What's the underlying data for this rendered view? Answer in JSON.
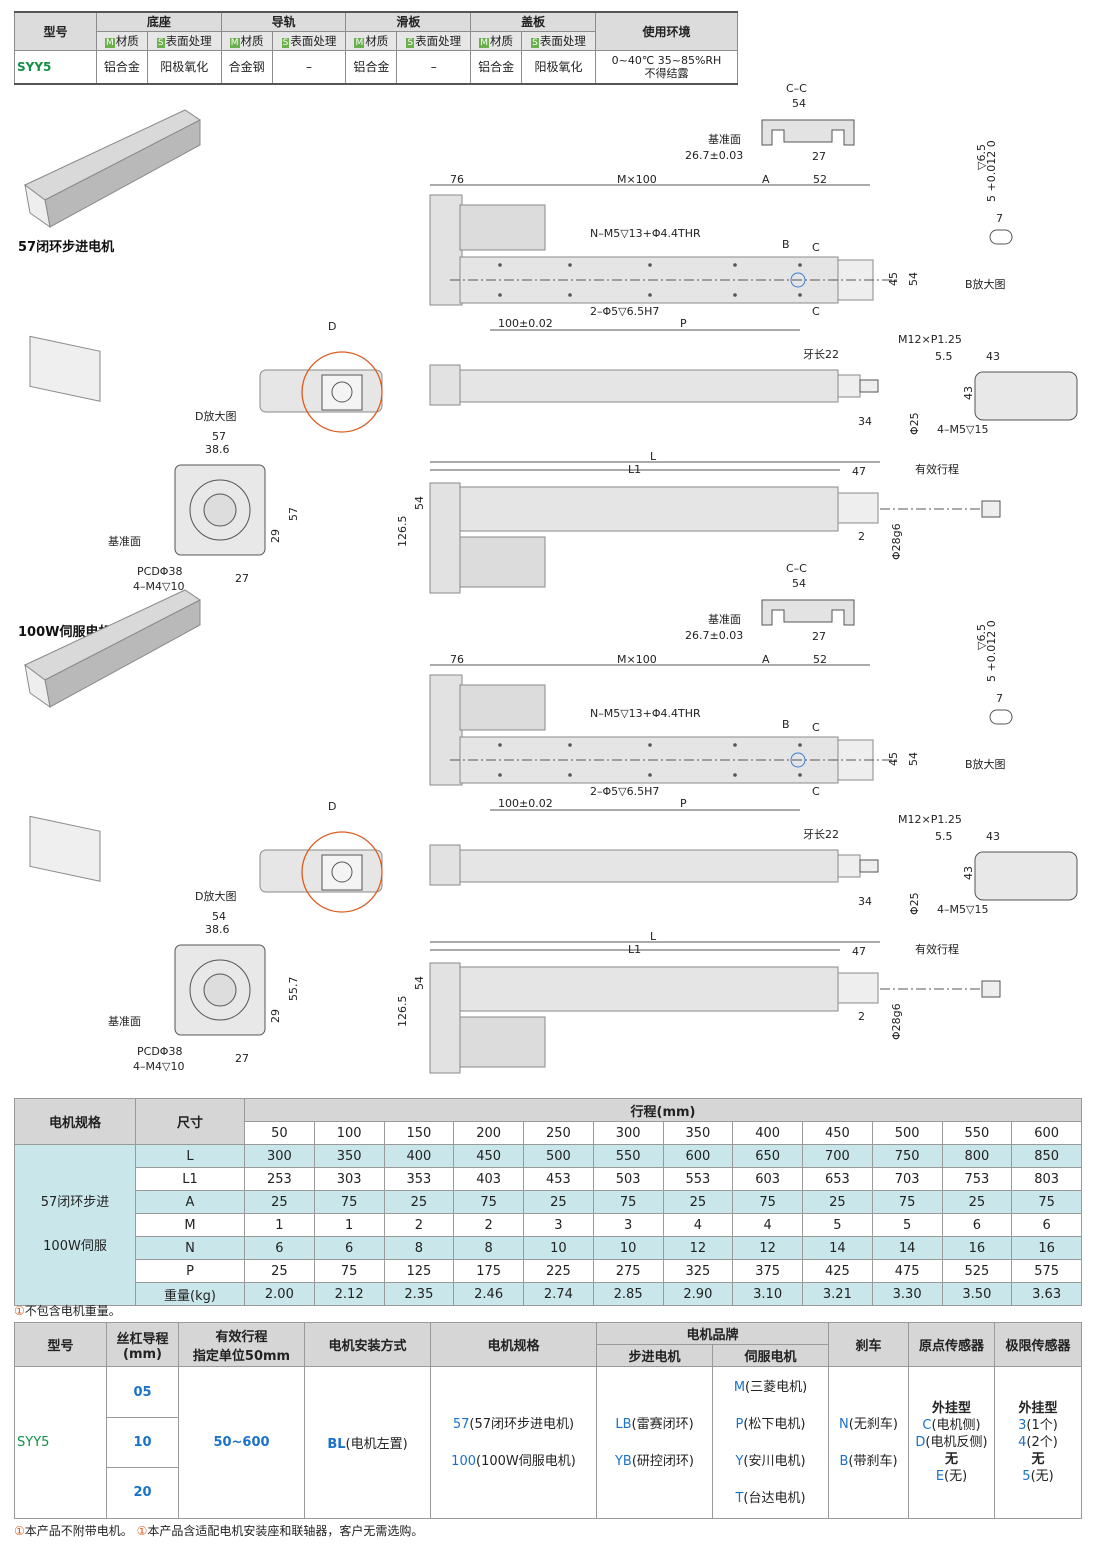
{
  "spec_table": {
    "header_model": "型号",
    "groups": [
      "底座",
      "导轨",
      "滑板",
      "盖板"
    ],
    "env_header": "使用环境",
    "sub_m": "M",
    "sub_s": "S",
    "sub_material": "材质",
    "sub_surface": "表面处理",
    "row": {
      "model": "SYY5",
      "base_material": "铝合金",
      "base_surface": "阳极氧化",
      "rail_material": "合金钢",
      "rail_surface": "–",
      "slider_material": "铝合金",
      "slider_surface": "–",
      "cover_material": "铝合金",
      "cover_surface": "阳极氧化",
      "env_line1": "0~40℃  35~85%RH",
      "env_line2": "不得结露"
    }
  },
  "section1": {
    "title": "57闭环步进电机",
    "dims": {
      "cc": "C–C",
      "w54": "54",
      "ref": "基准面",
      "ref_val": "26.7±0.03",
      "d27": "27",
      "d76": "76",
      "mx100": "M×100",
      "a": "A",
      "d52": "52",
      "nm5": "N–M5▽13+Φ4.4THR",
      "b": "B",
      "c": "C",
      "d45": "45",
      "d54": "54",
      "pitch": "100±0.02",
      "pin": "2–Φ5▽6.5H7",
      "p": "P",
      "tol": "5 +0.012 0",
      "d65": "▽6.5",
      "d7": "7",
      "bview": "B放大图",
      "d_label": "D",
      "m12": "M12×P1.25",
      "tooth": "牙长22",
      "d55": "5.5",
      "d43": "43",
      "d43b": "43",
      "d34": "34",
      "phi25": "Φ25",
      "m5_15": "4–M5▽15",
      "dview": "D放大图",
      "dw": "57",
      "d386": "38.6",
      "d57v": "57",
      "d29": "29",
      "d27b": "27",
      "pcd": "PCDΦ38",
      "m4": "4–M4▽10",
      "l": "L",
      "l1": "L1",
      "d47": "47",
      "stroke": "有效行程",
      "d1265": "126.5",
      "d54b": "54",
      "d2": "2",
      "phi28": "Φ28g6"
    }
  },
  "section2": {
    "title": "100W伺服电机",
    "dims": {
      "cc": "C–C",
      "w54": "54",
      "ref": "基准面",
      "ref_val": "26.7±0.03",
      "d27": "27",
      "d76": "76",
      "mx100": "M×100",
      "a": "A",
      "d52": "52",
      "nm5": "N–M5▽13+Φ4.4THR",
      "b": "B",
      "c": "C",
      "d45": "45",
      "d54": "54",
      "pitch": "100±0.02",
      "pin": "2–Φ5▽6.5H7",
      "p": "P",
      "tol": "5 +0.012 0",
      "d65": "▽6.5",
      "d7": "7",
      "bview": "B放大图",
      "d_label": "D",
      "m12": "M12×P1.25",
      "tooth": "牙长22",
      "d55": "5.5",
      "d43": "43",
      "d43b": "43",
      "d34": "34",
      "phi25": "Φ25",
      "m5_15": "4–M5▽15",
      "dview": "D放大图",
      "dw": "54",
      "d386": "38.6",
      "d57v": "55.7",
      "d29": "29",
      "d27b": "27",
      "pcd": "PCDΦ38",
      "m4": "4–M4▽10",
      "l": "L",
      "l1": "L1",
      "d47": "47",
      "stroke": "有效行程",
      "d1265": "126.5",
      "d54b": "54",
      "d2": "2",
      "phi28": "Φ28g6"
    }
  },
  "stroke_table": {
    "h_motor": "电机规格",
    "h_size": "尺寸",
    "h_stroke": "行程(mm)",
    "strokes": [
      "50",
      "100",
      "150",
      "200",
      "250",
      "300",
      "350",
      "400",
      "450",
      "500",
      "550",
      "600"
    ],
    "group_line1": "57闭环步进",
    "group_line2": "100W伺服",
    "rows": [
      {
        "label": "L",
        "values": [
          "300",
          "350",
          "400",
          "450",
          "500",
          "550",
          "600",
          "650",
          "700",
          "750",
          "800",
          "850"
        ]
      },
      {
        "label": "L1",
        "values": [
          "253",
          "303",
          "353",
          "403",
          "453",
          "503",
          "553",
          "603",
          "653",
          "703",
          "753",
          "803"
        ]
      },
      {
        "label": "A",
        "values": [
          "25",
          "75",
          "25",
          "75",
          "25",
          "75",
          "25",
          "75",
          "25",
          "75",
          "25",
          "75"
        ]
      },
      {
        "label": "M",
        "values": [
          "1",
          "1",
          "2",
          "2",
          "3",
          "3",
          "4",
          "4",
          "5",
          "5",
          "6",
          "6"
        ]
      },
      {
        "label": "N",
        "values": [
          "6",
          "6",
          "8",
          "8",
          "10",
          "10",
          "12",
          "12",
          "14",
          "14",
          "16",
          "16"
        ]
      },
      {
        "label": "P",
        "values": [
          "25",
          "75",
          "125",
          "175",
          "225",
          "275",
          "325",
          "375",
          "425",
          "475",
          "525",
          "575"
        ]
      },
      {
        "label": "重量(kg)",
        "values": [
          "2.00",
          "2.12",
          "2.35",
          "2.46",
          "2.74",
          "2.85",
          "2.90",
          "3.10",
          "3.21",
          "3.30",
          "3.50",
          "3.63"
        ]
      }
    ],
    "note_mark": "①",
    "note": "不包含电机重量。"
  },
  "order_table": {
    "h_model": "型号",
    "h_lead": "丝杠导程",
    "h_lead_unit": "(mm)",
    "h_stroke": "有效行程",
    "h_stroke_sub": "指定单位50mm",
    "h_mount": "电机安装方式",
    "h_spec": "电机规格",
    "h_brand": "电机品牌",
    "h_stepper": "步进电机",
    "h_servo": "伺服电机",
    "h_brake": "刹车",
    "h_origin": "原点传感器",
    "h_limit": "极限传感器",
    "model": "SYY5",
    "leads": [
      "05",
      "10",
      "20"
    ],
    "stroke_range": "50~600",
    "mount_code": "BL",
    "mount_text": "(电机左置)",
    "spec1_code": "57",
    "spec1_text": "(57闭环步进电机)",
    "spec2_code": "100",
    "spec2_text": "(100W伺服电机)",
    "stepper1_code": "LB",
    "stepper1_text": "(雷赛闭环)",
    "stepper2_code": "YB",
    "stepper2_text": "(研控闭环)",
    "servo": [
      {
        "code": "M",
        "text": "(三菱电机)"
      },
      {
        "code": "P",
        "text": "(松下电机)"
      },
      {
        "code": "Y",
        "text": "(安川电机)"
      },
      {
        "code": "T",
        "text": "(台达电机)"
      }
    ],
    "brake1_code": "N",
    "brake1_text": "(无刹车)",
    "brake2_code": "B",
    "brake2_text": "(带刹车)",
    "origin_title": "外挂型",
    "origin1_code": "C",
    "origin1_text": "(电机侧)",
    "origin2_code": "D",
    "origin2_text": "(电机反侧)",
    "origin_none": "无",
    "origin3_code": "E",
    "origin3_text": "(无)",
    "limit_title": "外挂型",
    "limit1_code": "3",
    "limit1_text": "(1个)",
    "limit2_code": "4",
    "limit2_text": "(2个)",
    "limit_none": "无",
    "limit3_code": "5",
    "limit3_text": "(无)",
    "footnote_mark": "①",
    "footnote1": "本产品不附带电机。",
    "footnote2": "本产品含适配电机安装座和联轴器，客户无需选购。"
  }
}
